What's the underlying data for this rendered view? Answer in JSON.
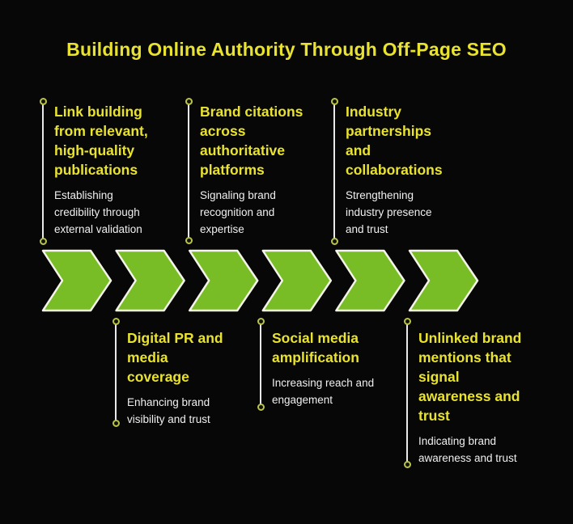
{
  "title": "Building Online Authority Through Off-Page SEO",
  "colors": {
    "background": "#070707",
    "accent_yellow": "#e9e32f",
    "arrow_green": "#78bc26",
    "arrow_outline": "#f4f4e8",
    "body_text": "#f0f0f0",
    "connector_line": "#e9e9e9",
    "dot_ring": "#b9c34a"
  },
  "milestones": [
    {
      "position": "top",
      "title": "Link building\nfrom relevant,\nhigh-quality\npublications",
      "description": "Establishing\ncredibility through\nexternal validation"
    },
    {
      "position": "top",
      "title": "Brand citations\nacross\nauthoritative\nplatforms",
      "description": "Signaling brand\nrecognition and\nexpertise"
    },
    {
      "position": "top",
      "title": "Industry\npartnerships\nand\ncollaborations",
      "description": "Strengthening\nindustry presence\nand trust"
    },
    {
      "position": "bottom",
      "title": "Digital PR and\nmedia\ncoverage",
      "description": "Enhancing brand\nvisibility and trust"
    },
    {
      "position": "bottom",
      "title": "Social media\namplification",
      "description": "Increasing reach and\nengagement"
    },
    {
      "position": "bottom",
      "title": "Unlinked brand\nmentions that\nsignal\nawareness and\ntrust",
      "description": "Indicating brand\nawareness and trust"
    }
  ]
}
